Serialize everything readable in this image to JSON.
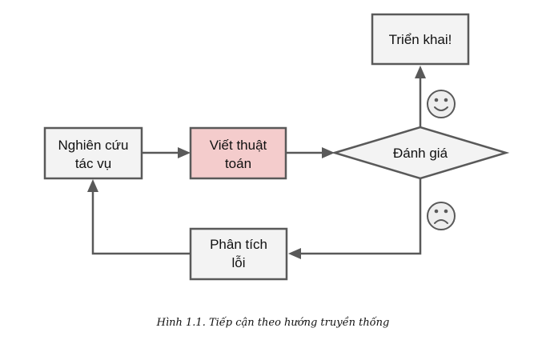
{
  "diagram": {
    "nodes": {
      "research": {
        "line1": "Nghiên cứu",
        "line2": "tác vụ"
      },
      "write": {
        "line1": "Viết thuật",
        "line2": "toán"
      },
      "evaluate": {
        "label": "Đánh giá"
      },
      "deploy": {
        "label": "Triển khai!"
      },
      "analyze": {
        "line1": "Phân tích",
        "line2": "lỗi"
      }
    },
    "caption": "Hình 1.1. Tiếp cận theo hướng truyền thống",
    "colors": {
      "box_fill": "#f3f3f3",
      "highlight_fill": "#f4cccc",
      "stroke": "#595959"
    },
    "icons": {
      "happy": "happy-face-icon",
      "sad": "sad-face-icon"
    }
  }
}
